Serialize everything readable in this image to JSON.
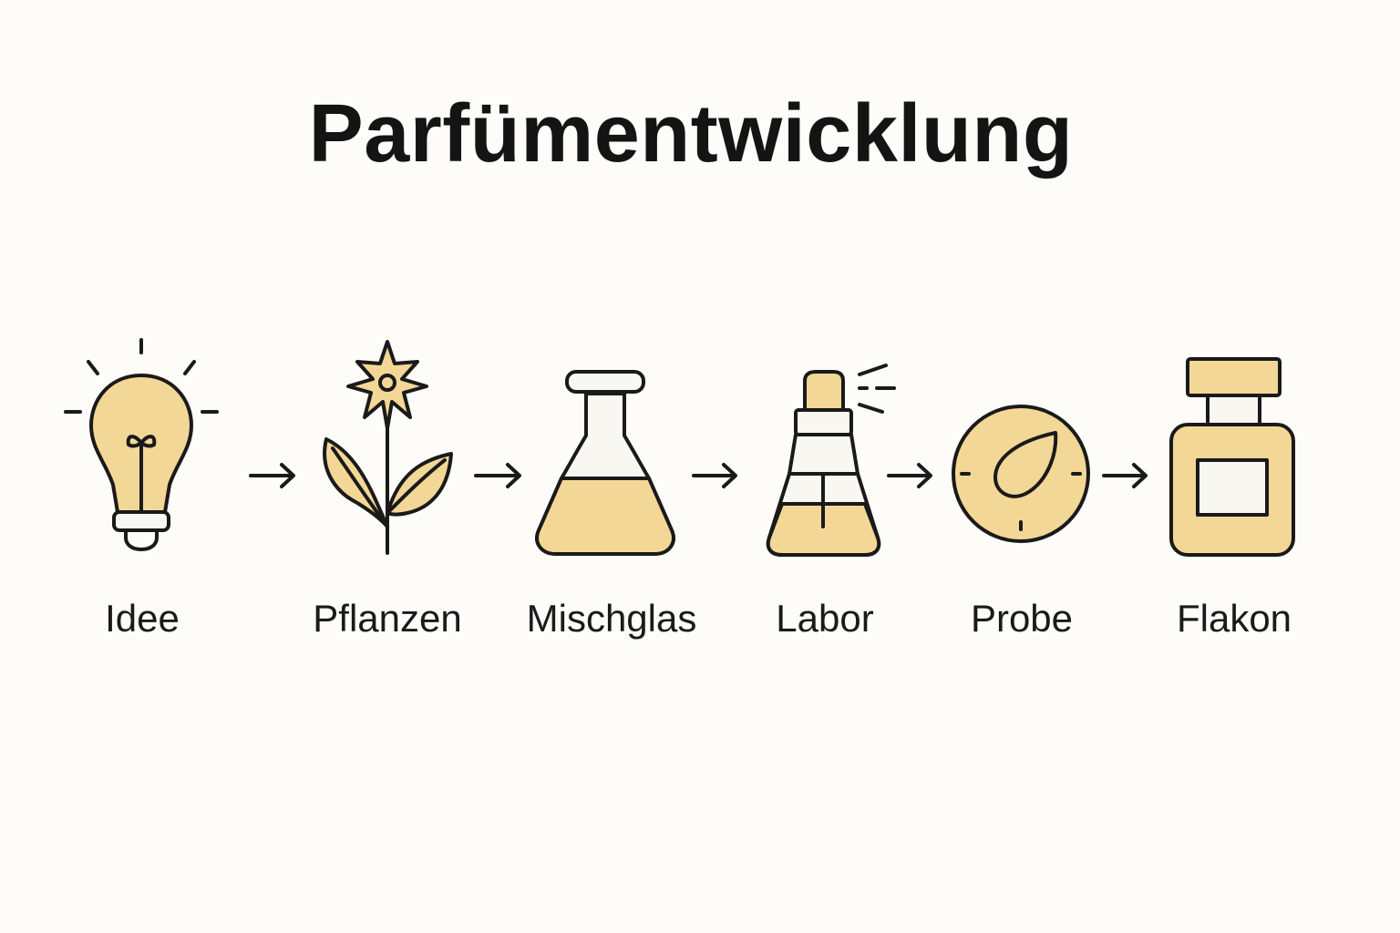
{
  "title": "Parfümentwicklung",
  "colors": {
    "fill": "#f3d796",
    "stroke": "#1a1a1a",
    "background": "#fdfcf8",
    "glass": "#f8f7f2"
  },
  "steps": [
    {
      "label": "Idee",
      "icon": "lightbulb-icon"
    },
    {
      "label": "Pflanzen",
      "icon": "flower-icon"
    },
    {
      "label": "Mischglas",
      "icon": "flask-icon"
    },
    {
      "label": "Labor",
      "icon": "spray-bottle-icon"
    },
    {
      "label": "Probe",
      "icon": "drop-dial-icon"
    },
    {
      "label": "Flakon",
      "icon": "perfume-bottle-icon"
    }
  ]
}
